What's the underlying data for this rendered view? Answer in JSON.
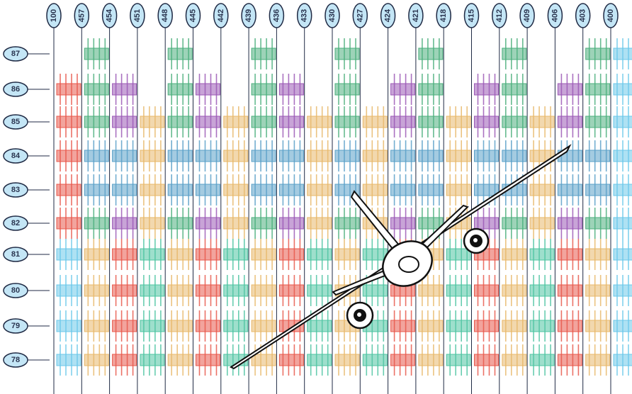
{
  "diagram": {
    "column_labels": [
      "100",
      "457",
      "454",
      "451",
      "448",
      "445",
      "442",
      "439",
      "436",
      "433",
      "430",
      "427",
      "424",
      "421",
      "418",
      "415",
      "412",
      "409",
      "406",
      "403",
      "400"
    ],
    "row_labels": [
      "87",
      "86",
      "85",
      "84",
      "83",
      "82",
      "81",
      "80",
      "79",
      "78"
    ],
    "colors": {
      "green": "#4caf7d",
      "purple": "#9b59b6",
      "orange": "#e8b86b",
      "blue": "#5aa0c8",
      "lightblue": "#6cc8ea",
      "red": "#e8594c",
      "teal": "#4fc4a2",
      "label_fill": "#c4e6f6",
      "label_stroke": "#1f2a44"
    },
    "icon": "airplane-icon"
  }
}
